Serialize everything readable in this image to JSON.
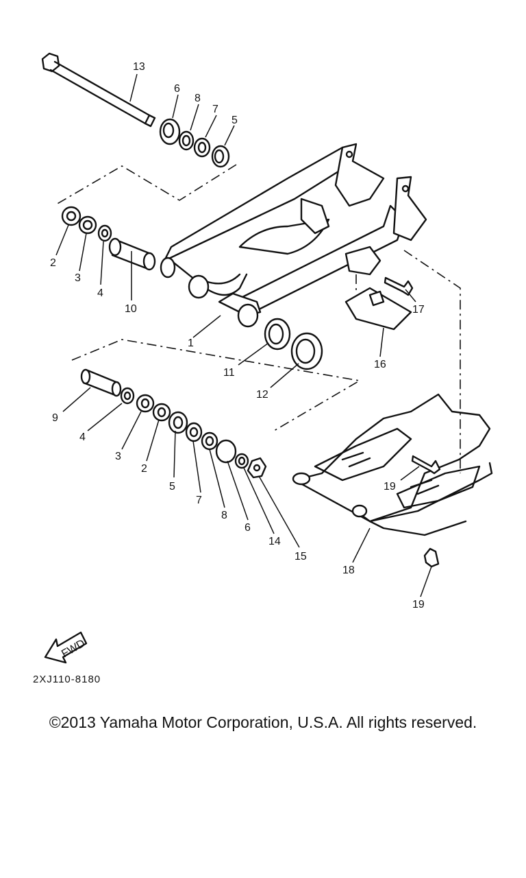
{
  "diagram": {
    "callouts": [
      {
        "id": "13",
        "text": "13"
      },
      {
        "id": "6a",
        "text": "6"
      },
      {
        "id": "8a",
        "text": "8"
      },
      {
        "id": "7a",
        "text": "7"
      },
      {
        "id": "5a",
        "text": "5"
      },
      {
        "id": "2a",
        "text": "2"
      },
      {
        "id": "3a",
        "text": "3"
      },
      {
        "id": "4a",
        "text": "4"
      },
      {
        "id": "10",
        "text": "10"
      },
      {
        "id": "1",
        "text": "1"
      },
      {
        "id": "11",
        "text": "11"
      },
      {
        "id": "12",
        "text": "12"
      },
      {
        "id": "16",
        "text": "16"
      },
      {
        "id": "17",
        "text": "17"
      },
      {
        "id": "9",
        "text": "9"
      },
      {
        "id": "4b",
        "text": "4"
      },
      {
        "id": "3b",
        "text": "3"
      },
      {
        "id": "2b",
        "text": "2"
      },
      {
        "id": "5b",
        "text": "5"
      },
      {
        "id": "7b",
        "text": "7"
      },
      {
        "id": "8b",
        "text": "8"
      },
      {
        "id": "6b",
        "text": "6"
      },
      {
        "id": "14",
        "text": "14"
      },
      {
        "id": "15",
        "text": "15"
      },
      {
        "id": "19a",
        "text": "19"
      },
      {
        "id": "18",
        "text": "18"
      },
      {
        "id": "19b",
        "text": "19"
      }
    ],
    "fwd_label": "FWD",
    "code": "2XJ110-8180"
  },
  "footer": {
    "copyright": "©2013 Yamaha Motor Corporation, U.S.A. All rights reserved."
  }
}
